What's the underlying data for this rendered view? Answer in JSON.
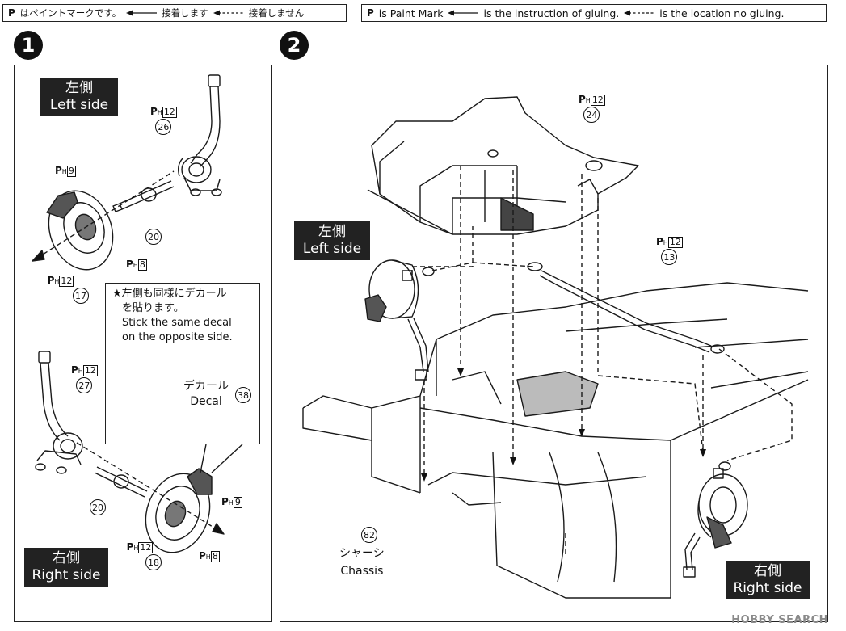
{
  "legend": {
    "jp": {
      "mark": "P",
      "mark_text": "はペイントマークです。",
      "solid_text": "接着します",
      "dashed_text": "接着しません"
    },
    "en": {
      "mark": "P",
      "mark_text": "is Paint Mark",
      "solid_text": "is the instruction of gluing.",
      "dashed_text": "is the location no gluing."
    }
  },
  "steps": [
    "1",
    "2"
  ],
  "step1": {
    "left_label": {
      "jp": "左側",
      "en": "Left side"
    },
    "right_label": {
      "jp": "右側",
      "en": "Right side"
    },
    "callouts": {
      "p26": {
        "paint": "12",
        "part": "26"
      },
      "p9_left": {
        "paint": "9"
      },
      "p20_left": {
        "part": "20"
      },
      "p8_left": {
        "paint": "8"
      },
      "p17": {
        "paint": "12",
        "part": "17"
      },
      "p27": {
        "paint": "12",
        "part": "27"
      },
      "p20_right": {
        "part": "20"
      },
      "p9_right": {
        "paint": "9"
      },
      "p18": {
        "paint": "12",
        "part": "18"
      },
      "p8_right": {
        "paint": "8"
      }
    },
    "note": {
      "jp1": "★左側も同様にデカール",
      "jp2": "を貼ります。",
      "en1": "Stick the same decal",
      "en2": "on the opposite side.",
      "decal_jp": "デカール",
      "decal_en": "Decal",
      "decal_part": "38"
    }
  },
  "step2": {
    "left_label": {
      "jp": "左側",
      "en": "Left side"
    },
    "right_label": {
      "jp": "右側",
      "en": "Right side"
    },
    "callouts": {
      "p24": {
        "paint": "12",
        "part": "24"
      },
      "p13": {
        "paint": "12",
        "part": "13"
      },
      "p82": {
        "part": "82",
        "jp": "シャーシ",
        "en": "Chassis"
      }
    }
  },
  "watermark": "HOBBY SEARCH"
}
